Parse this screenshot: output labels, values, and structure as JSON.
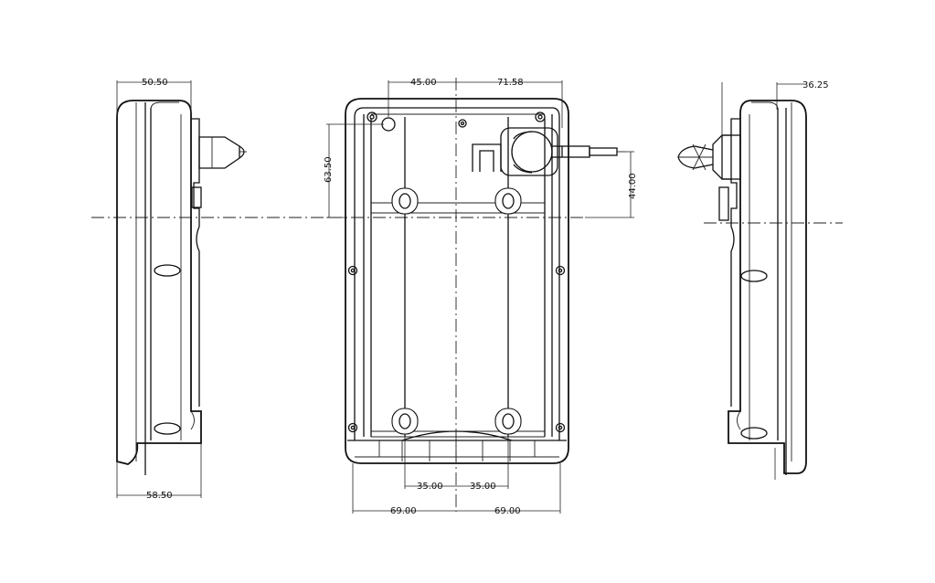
{
  "drawing": {
    "colors": {
      "line": "#111111",
      "background": "#ffffff"
    },
    "dimensions": {
      "left_top_width": "50.50",
      "left_bottom_width": "58.50",
      "front_top_left": "45.00",
      "front_top_right": "71.58",
      "front_left_height": "63.50",
      "front_right_height": "44.00",
      "front_bottom_inner_left": "35.00",
      "front_bottom_inner_right": "35.00",
      "front_bottom_outer_left": "69.00",
      "front_bottom_outer_right": "69.00",
      "right_top_offset": "36.25"
    }
  }
}
